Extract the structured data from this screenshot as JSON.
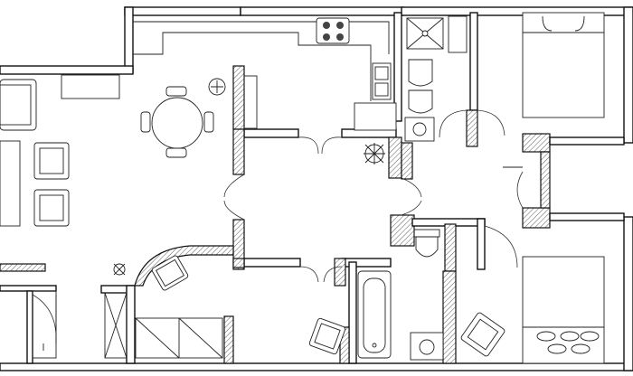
{
  "drawing": {
    "kind": "floor-plan",
    "line_color": "#111111",
    "background": "#ffffff",
    "rooms": [
      {
        "name": "living-room",
        "furniture": [
          "sofa",
          "armchair",
          "armchair",
          "tv-cabinet"
        ]
      },
      {
        "name": "dining-area",
        "furniture": [
          "round-table",
          "chair",
          "chair",
          "chair",
          "chair",
          "ceiling-fan"
        ]
      },
      {
        "name": "kitchen",
        "furniture": [
          "cooktop",
          "sink",
          "counter"
        ]
      },
      {
        "name": "hallway",
        "furniture": [
          "potted-plant"
        ]
      },
      {
        "name": "bathroom-top",
        "furniture": [
          "shower",
          "toilet",
          "bidet",
          "washbasin"
        ]
      },
      {
        "name": "bedroom-top",
        "furniture": [
          "double-bed"
        ]
      },
      {
        "name": "bathroom-bottom",
        "furniture": [
          "bathtub",
          "toilet",
          "washbasin"
        ]
      },
      {
        "name": "bedroom-bottom",
        "furniture": [
          "double-bed",
          "armchair"
        ]
      },
      {
        "name": "study",
        "furniture": [
          "desk",
          "office-chair",
          "wardrobe",
          "potted-plant"
        ]
      }
    ]
  }
}
